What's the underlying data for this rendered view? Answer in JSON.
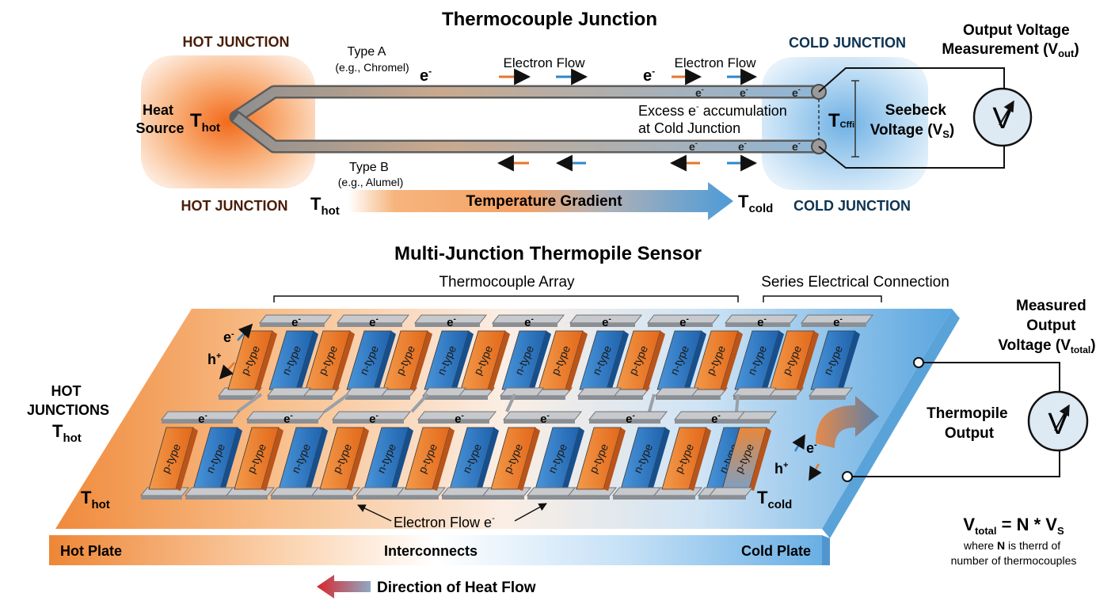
{
  "top": {
    "title": "Thermocouple Junction",
    "hot_junction_label": "HOT JUNCTION",
    "cold_junction_label": "COLD JUNCTION",
    "heat_source_line1": "Heat",
    "heat_source_line2": "Source",
    "t_symbol": "T",
    "t_hot_sub": "hot",
    "t_cold_sub": "cold",
    "t_cold_garbled_sub": "Cffi",
    "type_a_line1": "Type A",
    "type_a_line2": "(e.g., Chromel)",
    "type_b_line1": "Type B",
    "type_b_line2": "(e.g., Alumel)",
    "electron": "e",
    "electron_sup": "-",
    "electron_flow_label": "Electron Flow",
    "excess_line1_a": "Excess e",
    "excess_line1_b": " accumulation",
    "excess_line2": "at Cold Junction",
    "seebeck_line1": "Seebeck",
    "seebeck_line2_a": "Voltage (V",
    "seebeck_line2_sub": "S",
    "seebeck_line2_b": ")",
    "output_line1": "Output Voltage",
    "output_line2_a": "Measurement (V",
    "output_line2_sub": "out",
    "output_line2_b": ")",
    "meter_symbol": "V",
    "gradient_label": "Temperature Gradient"
  },
  "bottom": {
    "title": "Multi-Junction Thermopile Sensor",
    "array_label": "Thermocouple Array",
    "series_label": "Series Electrical Connection",
    "hot_junctions_line1": "HOT",
    "hot_junctions_line2": "JUNCTIONS",
    "p_type": "p-type",
    "n_type": "n-type",
    "hole": "h",
    "hole_sup": "+",
    "electron_flow_label": "Electron Flow e",
    "hot_plate": "Hot Plate",
    "interconnects": "Interconnects",
    "cold_plate": "Cold Plate",
    "measured_line1": "Measured",
    "measured_line2": "Output",
    "measured_line3_a": "Voltage (V",
    "measured_line3_sub": "total",
    "measured_line3_b": ")",
    "thermopile_output_line1": "Thermopile",
    "thermopile_output_line2": "Output",
    "formula_v": "V",
    "formula_sub": "total",
    "formula_mid": " = N * V",
    "formula_sub2": "S",
    "where_a": "where ",
    "where_n": "N",
    "where_b": " is therrd of",
    "where_line2": "number of thermocouples",
    "heat_flow_label": "Direction of Heat Flow"
  },
  "colors": {
    "hot": "#f07a26",
    "cold": "#3b8fd0",
    "p_type": "#ee7f2a",
    "n_type": "#2e7bc9",
    "wire": "#8a8f95"
  }
}
